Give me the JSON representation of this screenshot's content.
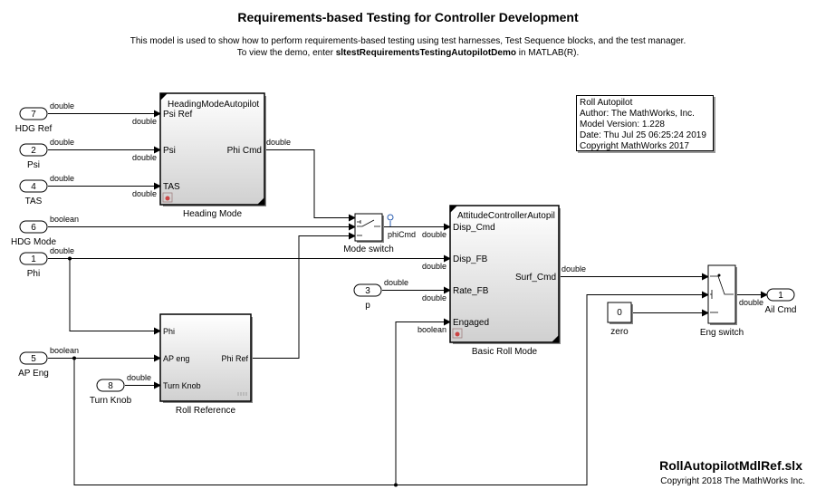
{
  "title": "Requirements-based Testing for Controller Development",
  "description_line1": "This model is used to show how to perform requirements-based testing using test harnesses, Test Sequence blocks, and the test manager.",
  "description_line2_prefix": "To view the demo, enter ",
  "description_line2_cmd": "sltestRequirementsTestingAutopilotDemo",
  "description_line2_suffix": " in MATLAB(R).",
  "info_box": {
    "line1": "Roll Autopilot",
    "line2": "Author: The MathWorks, Inc.",
    "line3": "Model Version: 1.228",
    "line4": "Date: Thu Jul 25 06:25:24 2019",
    "line5": "Copyright MathWorks 2017"
  },
  "inports": [
    {
      "num": "7",
      "label": "HDG Ref"
    },
    {
      "num": "2",
      "label": "Psi"
    },
    {
      "num": "4",
      "label": "TAS"
    },
    {
      "num": "6",
      "label": "HDG Mode"
    },
    {
      "num": "1",
      "label": "Phi"
    },
    {
      "num": "3",
      "label": "p"
    },
    {
      "num": "5",
      "label": "AP Eng"
    },
    {
      "num": "8",
      "label": "Turn Knob"
    }
  ],
  "outport": {
    "num": "1",
    "label": "Ail Cmd"
  },
  "heading_block": {
    "title": "HeadingModeAutopilotM",
    "in1": "Psi Ref",
    "in2": "Psi",
    "in3": "TAS",
    "out1": "Phi Cmd",
    "caption": "Heading Mode"
  },
  "attitude_block": {
    "title": "AttitudeControllerAutopilo",
    "in1": "Disp_Cmd",
    "in2": "Disp_FB",
    "in3": "Rate_FB",
    "in4": "Engaged",
    "out1": "Surf_Cmd",
    "caption": "Basic Roll Mode"
  },
  "roll_ref_block": {
    "in1": "Phi",
    "in2": "AP eng",
    "in3": "Turn Knob",
    "out1": "Phi Ref",
    "caption": "Roll Reference"
  },
  "mode_switch": {
    "caption": "Mode switch",
    "out_label": "phiCmd"
  },
  "eng_switch": {
    "caption": "Eng switch"
  },
  "zero_const": {
    "value": "0",
    "caption": "zero"
  },
  "types": {
    "double": "double",
    "boolean": "boolean"
  },
  "file_name": "RollAutopilotMdlRef.slx",
  "copyright": "Copyright 2018 The MathWorks Inc."
}
